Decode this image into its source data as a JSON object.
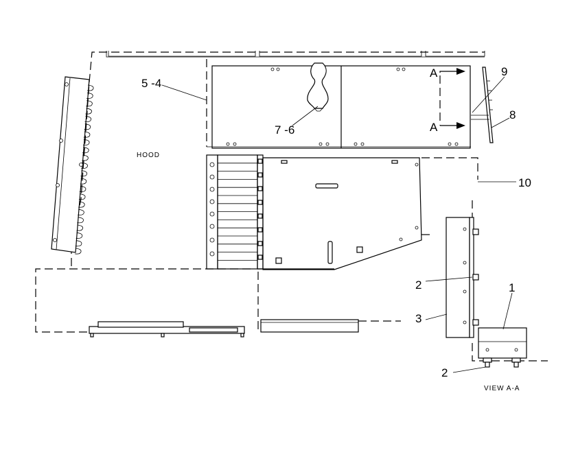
{
  "labels": {
    "hood": "HOOD",
    "view_title": "VIEW A-A",
    "section_a_top": "A",
    "section_a_bottom": "A"
  },
  "callouts": [
    {
      "id": "c-5-4",
      "text": "5 -4"
    },
    {
      "id": "c-7-6",
      "text": "7 -6"
    },
    {
      "id": "c-9",
      "text": "9"
    },
    {
      "id": "c-8",
      "text": "8"
    },
    {
      "id": "c-10",
      "text": "10"
    },
    {
      "id": "c-2-upper",
      "text": "2"
    },
    {
      "id": "c-3",
      "text": "3"
    },
    {
      "id": "c-1",
      "text": "1"
    },
    {
      "id": "c-2-lower",
      "text": "2"
    }
  ]
}
